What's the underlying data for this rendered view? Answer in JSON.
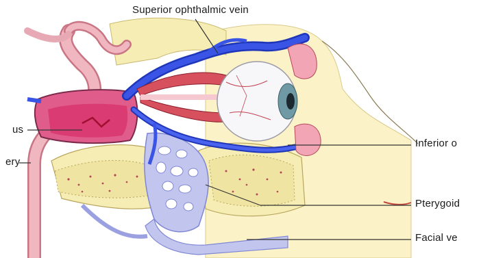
{
  "labels": {
    "superior_ophthalmic_vein": "Superior ophthalmic vein",
    "inferior_ophthalmic": "Inferior o",
    "pterygoid_plexus": "Pterygoid",
    "facial_vein": "Facial ve",
    "cavernous_sinus": "us",
    "carotid_artery": "ery"
  },
  "colors": {
    "vein_blue": "#3a55e6",
    "artery_pink": "#e8a0ac",
    "sinus_magenta": "#d8356e",
    "bone_cream": "#f6edb4",
    "skin_yellow": "#fbf3c7",
    "plexus_lavender": "#c2c6ee",
    "eye_white": "#f7f7fa",
    "iris_teal": "#6f9aa5",
    "muscle_red": "#d6505e",
    "leader_line": "#333333"
  }
}
